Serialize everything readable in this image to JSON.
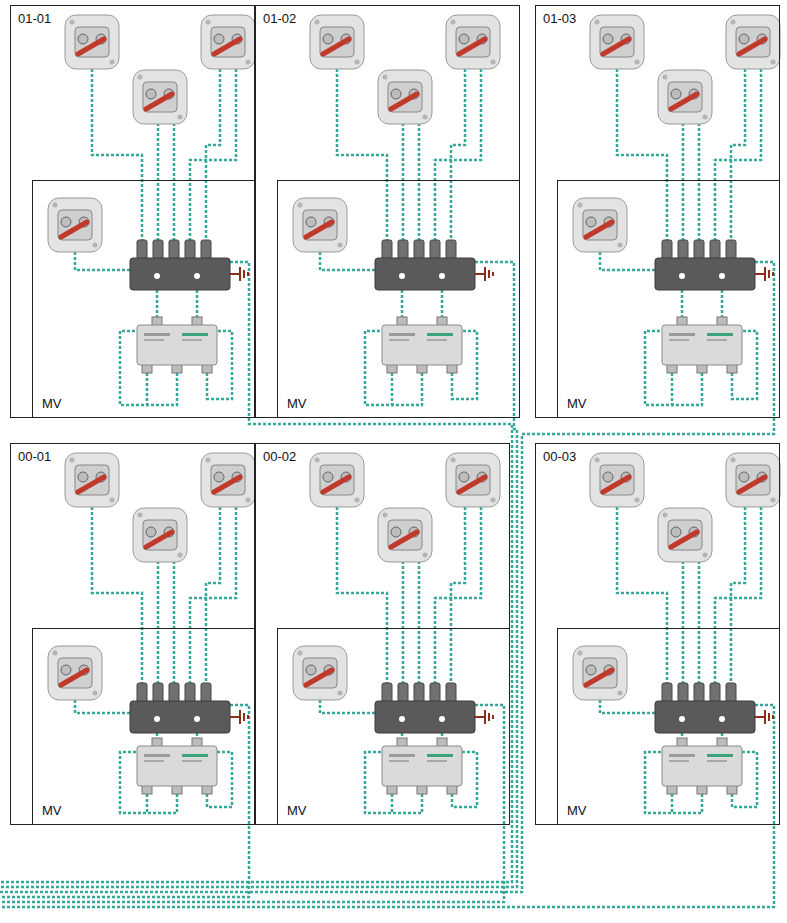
{
  "diagram": {
    "nodes": [
      {
        "text": [
          "01-01"
        ]
      },
      {
        "text": [
          "MV"
        ],
        "in": 0
      },
      {
        "text": [
          "01-02"
        ]
      },
      {
        "text": [
          "MV"
        ],
        "in": 2
      },
      {
        "text": [
          "01-03"
        ]
      },
      {
        "text": [
          "MV"
        ],
        "in": 4
      },
      {
        "text": [
          "00-01"
        ]
      },
      {
        "text": [
          "MV"
        ],
        "in": 6
      },
      {
        "text": [
          "00-02"
        ]
      },
      {
        "text": [
          "MV"
        ],
        "in": 8
      },
      {
        "text": [
          "00-03"
        ]
      },
      {
        "text": [
          "MV"
        ],
        "in": 10
      }
    ]
  }
}
